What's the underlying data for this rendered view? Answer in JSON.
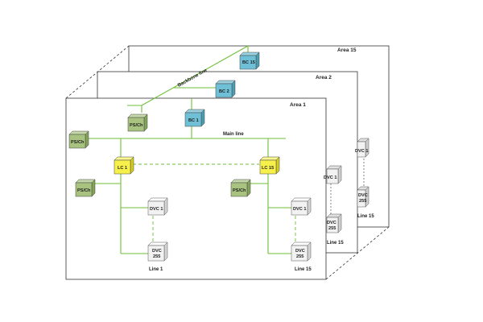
{
  "colors": {
    "green_line": "#6fbf3a",
    "bc_fill": "#6fc0d6",
    "ps_fill": "#a7c37f",
    "lc_fill": "#f7f04a",
    "dvc_fill": "#f2f2f2",
    "frame_stroke": "#333333"
  },
  "labels": {
    "area_1": "Area 1",
    "area_2": "Area 2",
    "area_15": "Area 15",
    "backbone_line": "Backbone line",
    "main_line": "Main line",
    "line_1": "Line 1",
    "line_15": "Line 15"
  },
  "boxes": {
    "bc_15": "BC 15",
    "bc_2": "BC 2",
    "bc_1": "BC 1",
    "ps_ch": "PS/Ch",
    "lc_1": "LC 1",
    "lc_15": "LC 15",
    "dvc_1": "DVC 1",
    "dvc": "DVC",
    "n255": "255"
  }
}
